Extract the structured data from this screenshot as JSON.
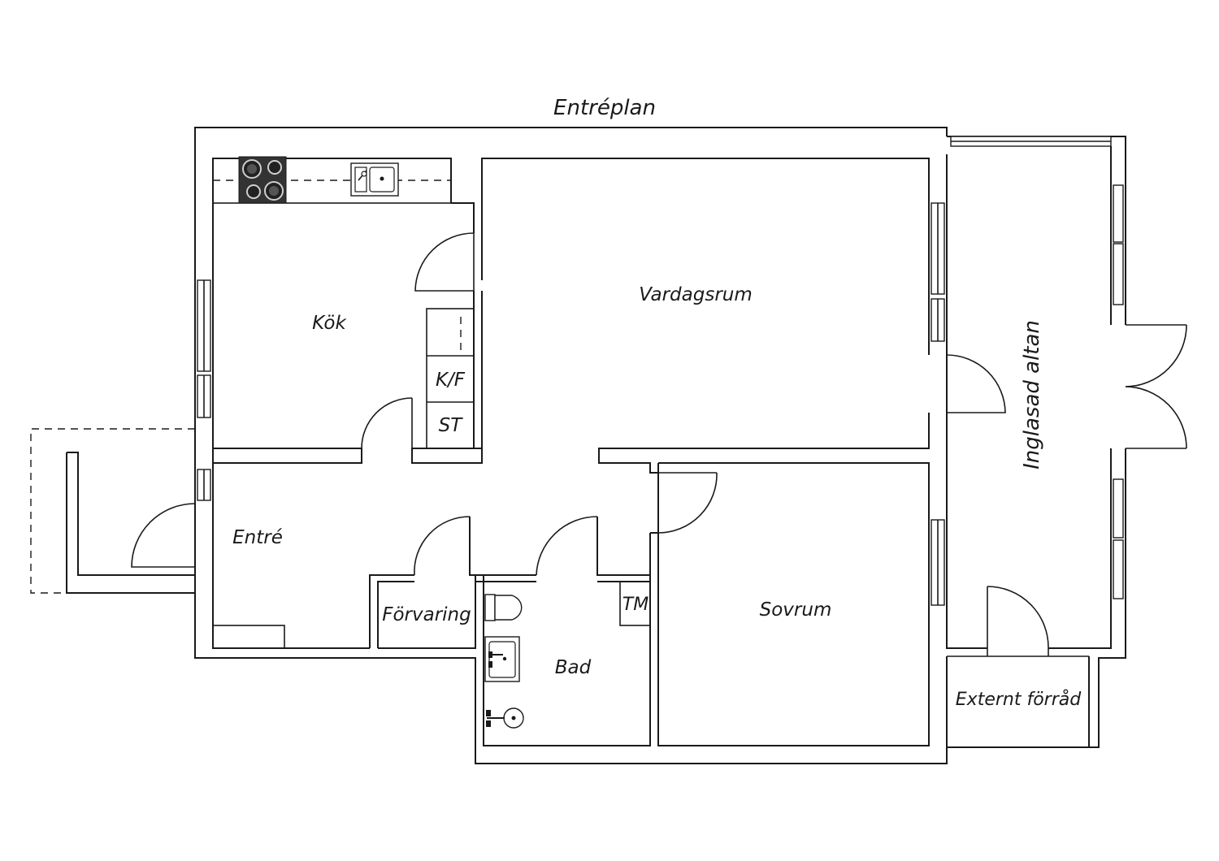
{
  "plan": {
    "title": "Entréplan",
    "rooms": {
      "kitchen": "Kök",
      "living_room": "Vardagsrum",
      "glazed_terrace": "Inglasad altan",
      "entrance": "Entré",
      "storage": "Förvaring",
      "bathroom": "Bad",
      "bedroom": "Sovrum",
      "external_storage": "Externt förråd"
    },
    "fixtures": {
      "fridge_freezer": "K/F",
      "dishwasher": "ST",
      "washing_machine": "TM"
    },
    "icons": [
      "stove-icon",
      "kitchen-sink-icon",
      "toilet-icon",
      "washbasin-icon",
      "shower-icon"
    ]
  }
}
